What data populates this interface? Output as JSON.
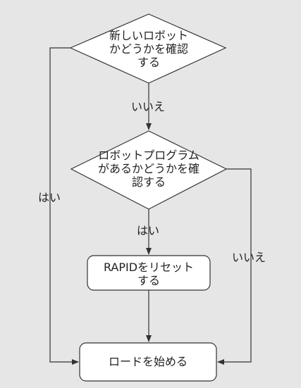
{
  "nodes": {
    "check_new_robot": "新しいロボット\nかどうかを確認\nする",
    "check_robot_program": "ロボットプログラム\nがあるかどうかを確\n認する",
    "reset_rapid": "RAPIDをリセット\nする",
    "start_load": "ロードを始める"
  },
  "edges": {
    "new_robot_no": "いいえ",
    "new_robot_yes": "はい",
    "program_yes": "はい",
    "program_no": "いいえ"
  },
  "colors": {
    "background": "#e6e6e6",
    "node_fill": "#ffffff",
    "stroke": "#333333"
  }
}
